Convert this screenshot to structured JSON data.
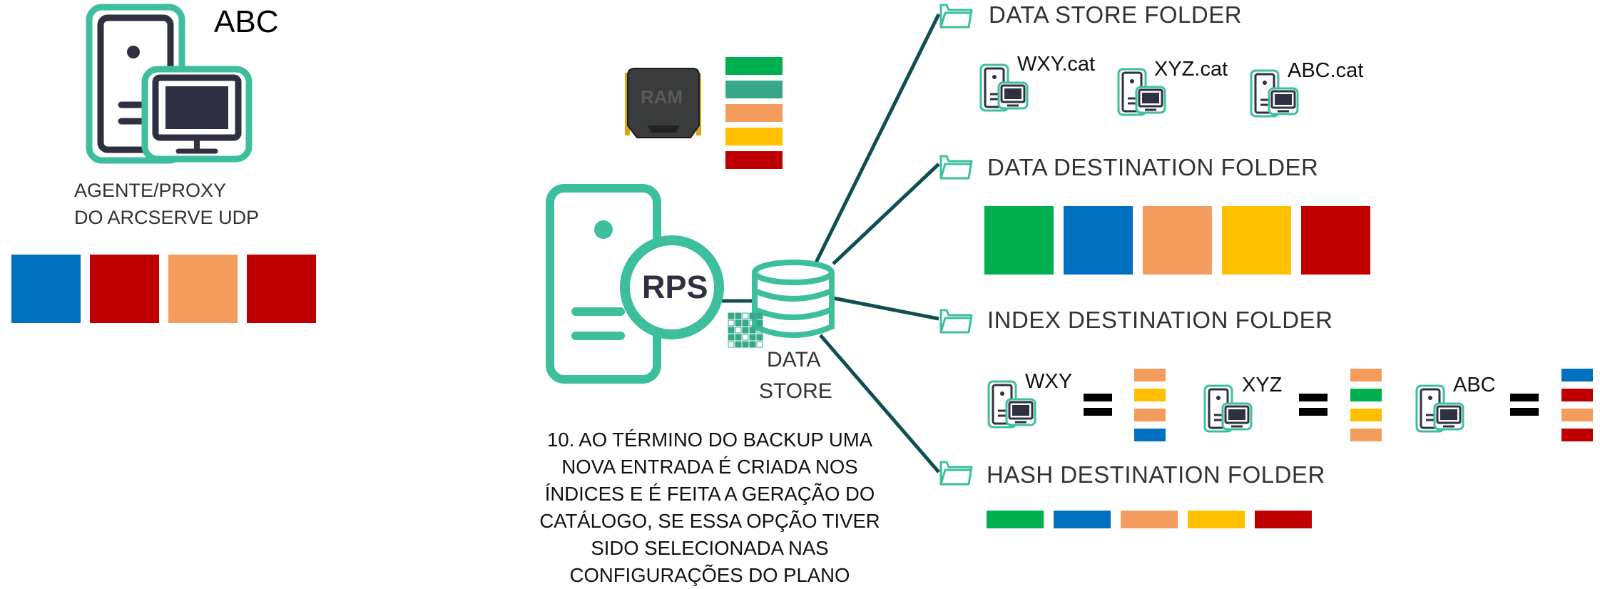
{
  "agent": {
    "name": "ABC",
    "label_line1": "AGENTE/PROXY",
    "label_line2": "DO ARCSERVE UDP"
  },
  "rps": {
    "label": "RPS"
  },
  "ram": {
    "label": "RAM"
  },
  "data_store": {
    "line1": "DATA",
    "line2": "STORE"
  },
  "caption": [
    "10. AO TÉRMINO DO BACKUP UMA",
    "NOVA ENTRADA É CRIADA NOS",
    "ÍNDICES E É FEITA A GERAÇÃO DO",
    "CATÁLOGO, SE ESSA OPÇÃO TIVER",
    "SIDO SELECIONADA NAS",
    "CONFIGURAÇÕES DO PLANO"
  ],
  "folders": {
    "data_store": "DATA STORE FOLDER",
    "data_destination": "DATA DESTINATION FOLDER",
    "index_destination": "INDEX DESTINATION FOLDER",
    "hash_destination": "HASH DESTINATION FOLDER"
  },
  "catalogs": [
    "WXY.cat",
    "XYZ.cat",
    "ABC.cat"
  ],
  "index_entries": [
    {
      "name": "WXY",
      "colors": [
        "orange",
        "yellow",
        "orange",
        "blue"
      ]
    },
    {
      "name": "XYZ",
      "colors": [
        "orange",
        "green",
        "yellow",
        "orange"
      ]
    },
    {
      "name": "ABC",
      "colors": [
        "blue",
        "red",
        "orange",
        "red"
      ]
    }
  ],
  "agent_blocks": [
    "blue",
    "red",
    "orange",
    "red"
  ],
  "ram_blocks": [
    "green",
    "teal",
    "orange",
    "yellow",
    "red"
  ],
  "data_blocks": [
    "green",
    "blue",
    "orange",
    "yellow",
    "red"
  ],
  "hash_blocks": [
    "green",
    "blue",
    "orange",
    "yellow",
    "red"
  ],
  "colors": {
    "teal": "#3dbf9e",
    "dark": "#2f3042",
    "line": "#0f4f52",
    "green": "#00b050",
    "blue": "#0070c0",
    "orange": "#f49c5e",
    "yellow": "#ffc000",
    "red": "#c00000",
    "tealblock": "#36a889"
  }
}
